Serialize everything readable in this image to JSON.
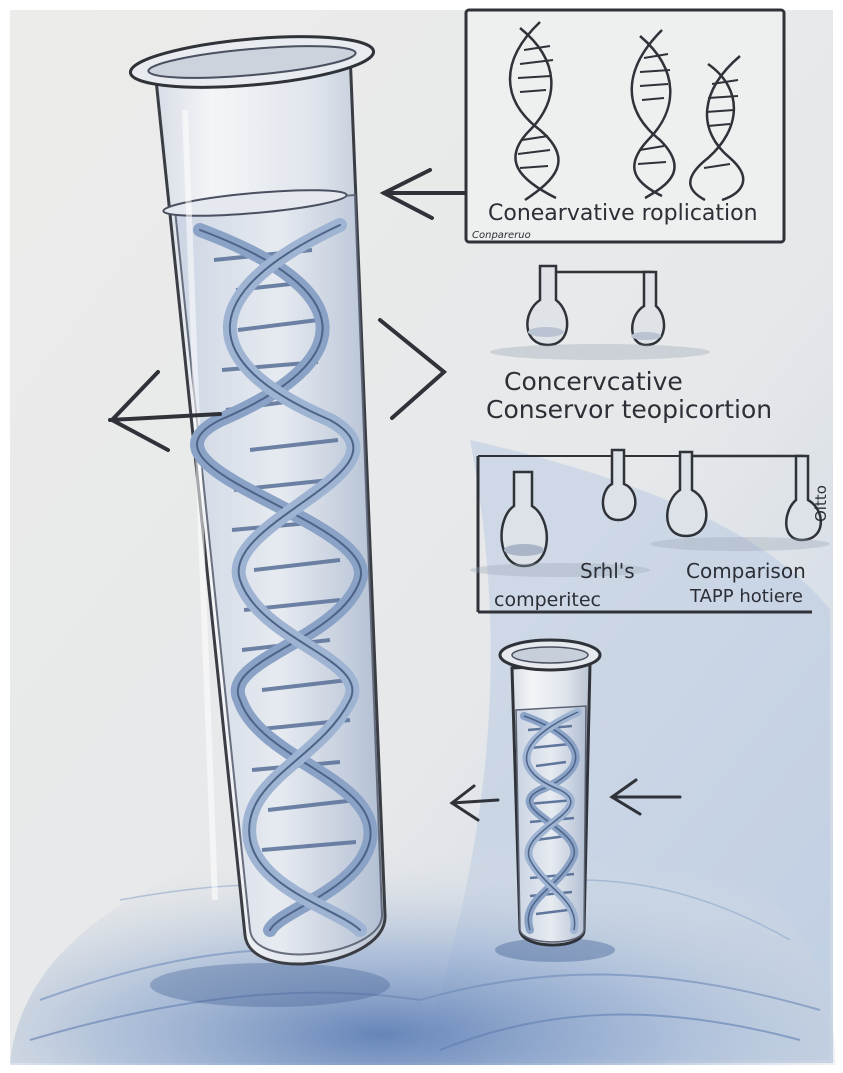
{
  "panels": {
    "top_box": {
      "title": "Conearvative roplication",
      "sublabel": "Conpareruo"
    },
    "middle": {
      "line1": "Concervcative",
      "line2": "Conservor teopicortion"
    },
    "bottom_box": {
      "label_left": "comperitec",
      "label_mid": "Srhl's",
      "label_right1": "Comparison",
      "label_right2": "TAPP hotiere",
      "label_side": "Oitto"
    }
  },
  "colors": {
    "paper": "#e9e9e6",
    "dna_blue": "#8aa2c6",
    "dna_dark": "#4d6488",
    "pencil": "#2f3238",
    "shadow_blue": "#7f9fc9"
  }
}
